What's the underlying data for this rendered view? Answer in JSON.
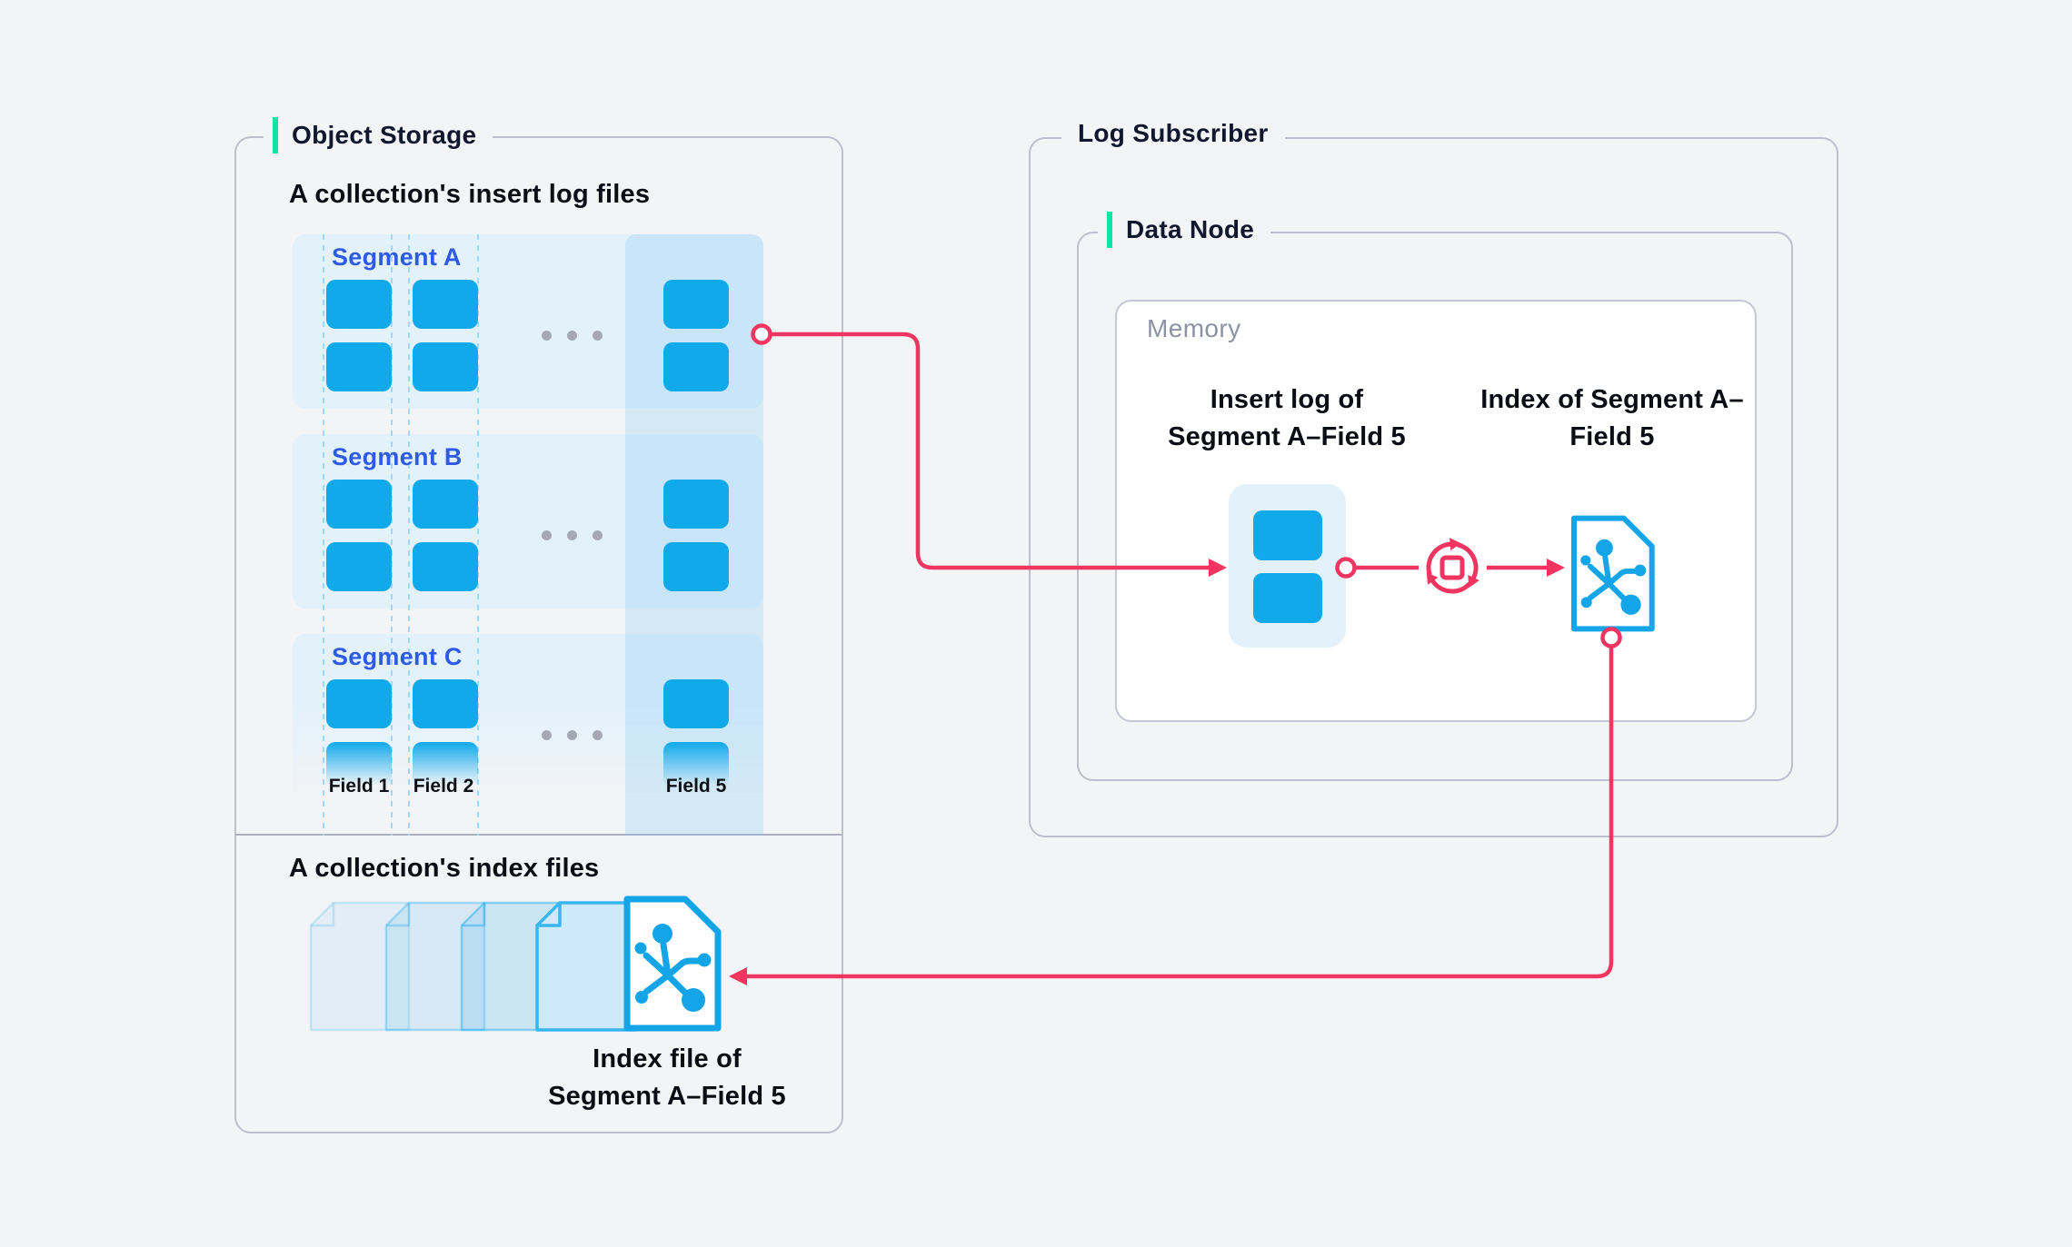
{
  "colors": {
    "accent_green": "#12e3a4",
    "primary_blue": "#10aaeb",
    "segment_label_blue": "#2e5be6",
    "connector_pink": "#ef3560",
    "title_navy": "#10172f",
    "page_background": "#f3f4f6"
  },
  "object_storage": {
    "title": "Object Storage",
    "insert_heading": "A collection's insert log files",
    "segments": [
      {
        "label": "Segment A"
      },
      {
        "label": "Segment B"
      },
      {
        "label": "Segment C"
      }
    ],
    "field_labels": [
      "Field 1",
      "Field 2",
      "Field 5"
    ],
    "index_heading": "A collection's index files",
    "index_caption": {
      "line1": "Index file of",
      "line2": "Segment A–Field 5"
    }
  },
  "log_subscriber": {
    "title": "Log Subscriber",
    "data_node": {
      "title": "Data Node",
      "memory": {
        "title": "Memory",
        "insert_log_caption": {
          "line1": "Insert log of",
          "line2": "Segment A–Field 5"
        },
        "index_caption": {
          "line1": "Index of Segment A–",
          "line2": "Field 5"
        }
      }
    }
  },
  "icons": {
    "sync": "sync-arrows-icon",
    "index_file": "index-file-icon",
    "ghost_file": "stacked-file-icon"
  }
}
